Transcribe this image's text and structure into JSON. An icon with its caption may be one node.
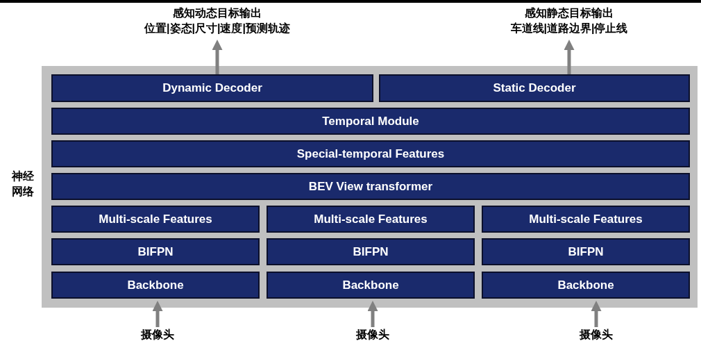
{
  "diagram": {
    "nodes": [
      {
        "text": [
          "感知动态目标输出",
          "位置|姿态|尺寸|速度|预测轨迹"
        ]
      },
      {
        "text": [
          "感知静态目标输出",
          "车道线|道路边界|停止线"
        ]
      },
      {
        "text": [],
        "shape": "box",
        "beside": [
          "神经网络"
        ]
      },
      {
        "text": [
          "Dynamic Decoder"
        ],
        "in": 2
      },
      {
        "text": [
          "Static Decoder"
        ],
        "in": 2
      },
      {
        "text": [
          "Temporal Module"
        ],
        "in": 2
      },
      {
        "text": [
          "Special-temporal Features"
        ],
        "in": 2
      },
      {
        "text": [
          "BEV View transformer"
        ],
        "in": 2
      },
      {
        "text": [
          "Multi-scale Features"
        ],
        "in": 2
      },
      {
        "text": [
          "Multi-scale Features"
        ],
        "in": 2
      },
      {
        "text": [
          "Multi-scale Features"
        ],
        "in": 2
      },
      {
        "text": [
          "BIFPN"
        ],
        "in": 2
      },
      {
        "text": [
          "BIFPN"
        ],
        "in": 2
      },
      {
        "text": [
          "BIFPN"
        ],
        "in": 2
      },
      {
        "text": [
          "Backbone"
        ],
        "in": 2
      },
      {
        "text": [
          "Backbone"
        ],
        "in": 2
      },
      {
        "text": [
          "Backbone"
        ],
        "in": 2
      },
      {
        "text": [
          "摄像头"
        ]
      },
      {
        "text": [
          "摄像头"
        ]
      },
      {
        "text": [
          "摄像头"
        ]
      }
    ],
    "edges": [
      {
        "from": 3,
        "to": 0,
        "arrow": "to"
      },
      {
        "from": 4,
        "to": 1,
        "arrow": "to"
      },
      {
        "from": 17,
        "to": 14,
        "arrow": "to"
      },
      {
        "from": 18,
        "to": 15,
        "arrow": "to"
      },
      {
        "from": 19,
        "to": 16,
        "arrow": "to"
      }
    ]
  }
}
